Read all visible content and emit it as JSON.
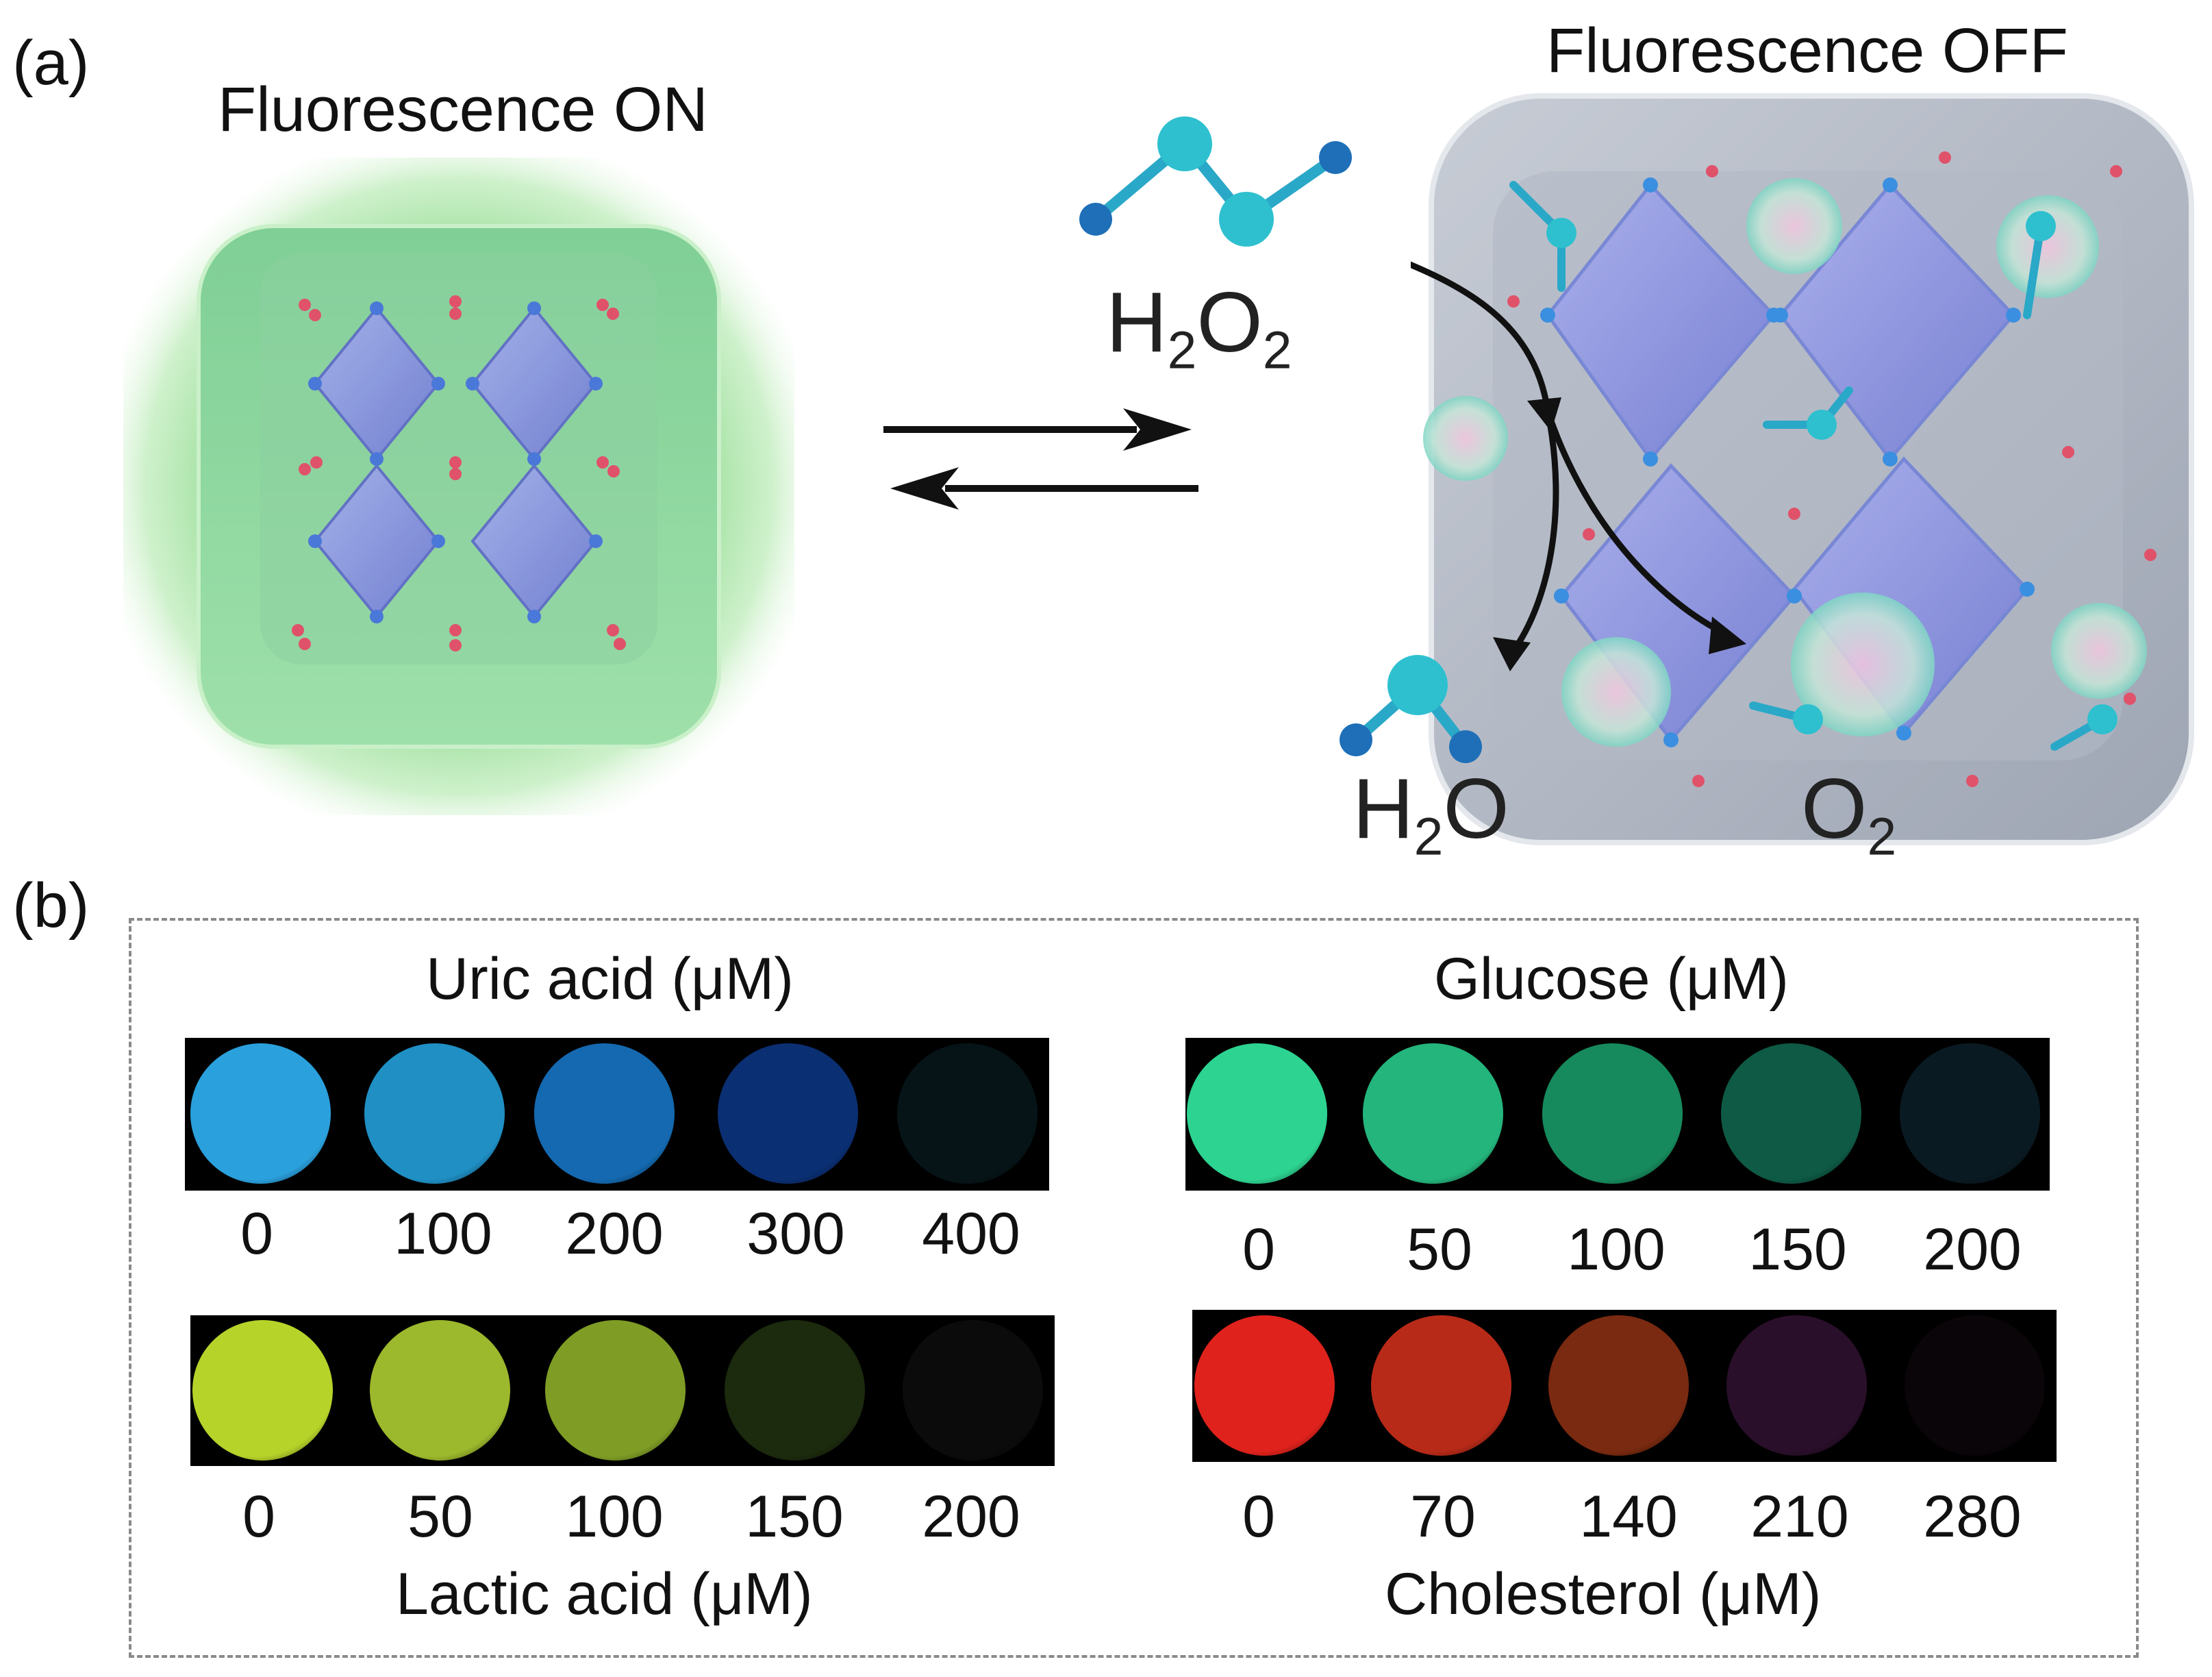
{
  "panel_a": {
    "label": "(a)",
    "left_title": "Fluorescence ON",
    "right_title": "Fluorescence OFF",
    "reactant": {
      "main": "H",
      "sub1": "2",
      "mid": "O",
      "sub2": "2"
    },
    "product_water": {
      "main": "H",
      "sub1": "2",
      "mid": "O"
    },
    "product_oxygen": {
      "main": "O",
      "sub1": "2"
    },
    "colors": {
      "on_glow": "#8fd98f",
      "off_cube": "#a9b0bd",
      "octahedra": "#8c93e8",
      "molecule": "#2aa8c8",
      "arrow": "#111111"
    }
  },
  "panel_b": {
    "label": "(b)",
    "strips": [
      {
        "title": "Uric acid (μM)",
        "values": [
          "0",
          "100",
          "200",
          "300",
          "400"
        ],
        "colors": [
          "#2aa0dc",
          "#1f8fc4",
          "#1469b0",
          "#0b2f73",
          "#061418"
        ]
      },
      {
        "title": "Glucose (μM)",
        "values": [
          "0",
          "50",
          "100",
          "150",
          "200"
        ],
        "colors": [
          "#2dd391",
          "#24b57c",
          "#168a5c",
          "#0e5a44",
          "#0a1a22"
        ]
      },
      {
        "title": "Lactic acid (μM)",
        "values": [
          "0",
          "50",
          "100",
          "150",
          "200"
        ],
        "colors": [
          "#b6d32a",
          "#9cb82c",
          "#7f9d25",
          "#1c2a0d",
          "#0b0b0b"
        ]
      },
      {
        "title": "Cholesterol (μM)",
        "values": [
          "0",
          "70",
          "140",
          "210",
          "280"
        ],
        "colors": [
          "#e0221c",
          "#b82a18",
          "#7a2a10",
          "#2a0f2a",
          "#0a0508"
        ]
      }
    ]
  }
}
